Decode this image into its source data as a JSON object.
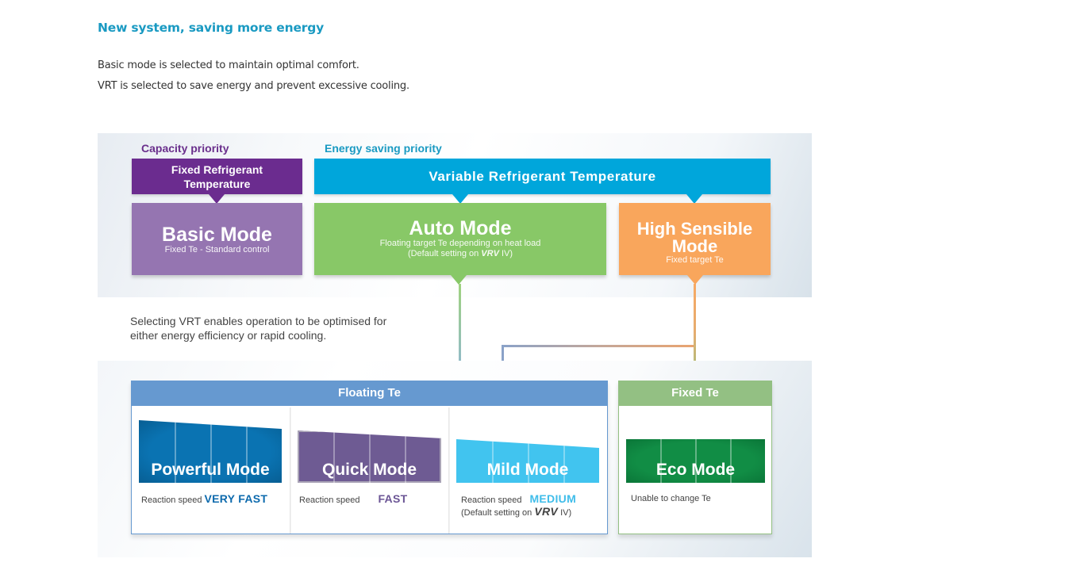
{
  "header": {
    "title": "New system, saving more energy",
    "lines": [
      "Basic mode is selected to maintain optimal comfort.",
      "VRT is selected to save energy and prevent excessive cooling."
    ]
  },
  "diagram": {
    "capacity_priority": {
      "label": "Capacity  priority",
      "banner": "Fixed Refrigerant Temperature",
      "banner_lines": [
        "Fixed Refrigerant",
        "Temperature"
      ],
      "mode": {
        "title": "Basic Mode",
        "subtitle": "Fixed Te - Standard control"
      }
    },
    "energy_saving_priority": {
      "label": "Energy saving priority",
      "banner": "Variable Refrigerant Temperature",
      "auto_mode": {
        "title": "Auto Mode",
        "subtitle": "Floating target Te depending on heat load",
        "note_prefix": "(Default setting on ",
        "note_brand": "VRV",
        "note_suffix": " IV)"
      },
      "high_sensible_mode": {
        "title_lines": [
          "High Sensible",
          "Mode"
        ],
        "subtitle": "Fixed target Te"
      }
    },
    "caption_lines": [
      "Selecting VRT enables operation to be optimised for",
      "either energy efficiency or rapid cooling."
    ],
    "floating_te": {
      "header": "Floating Te",
      "modes": [
        {
          "title": "Powerful Mode",
          "speed_label": "Reaction speed",
          "speed": "VERY FAST",
          "color": "#0b6fab"
        },
        {
          "title": "Quick Mode",
          "speed_label": "Reaction speed",
          "speed": "FAST",
          "color": "#6e5b93"
        },
        {
          "title": "Mild Mode",
          "speed_label": "Reaction speed",
          "speed": "MEDIUM",
          "color": "#41c4ef",
          "note_prefix": "(Default setting on ",
          "note_brand": "VRV",
          "note_suffix": " IV)"
        }
      ]
    },
    "fixed_te": {
      "header": "Fixed Te",
      "mode": {
        "title": "Eco Mode",
        "note": "Unable to change Te",
        "color": "#0f8a42"
      }
    }
  },
  "colors": {
    "title": "#1a9ac2",
    "capacity_label": "#6a2f8c",
    "energy_label": "#1a9ac2",
    "fixed_banner": "#6b2c8f",
    "basic_mode": "#9575b1",
    "variable_banner": "#00a6db",
    "auto_mode": "#88c867",
    "high_sensible": "#f9a65c",
    "floating_header": "#6699d0",
    "fixed_header": "#93c083",
    "speed_very_fast": "#0d6aad",
    "speed_fast": "#6b5595",
    "speed_medium": "#3fbdea"
  }
}
